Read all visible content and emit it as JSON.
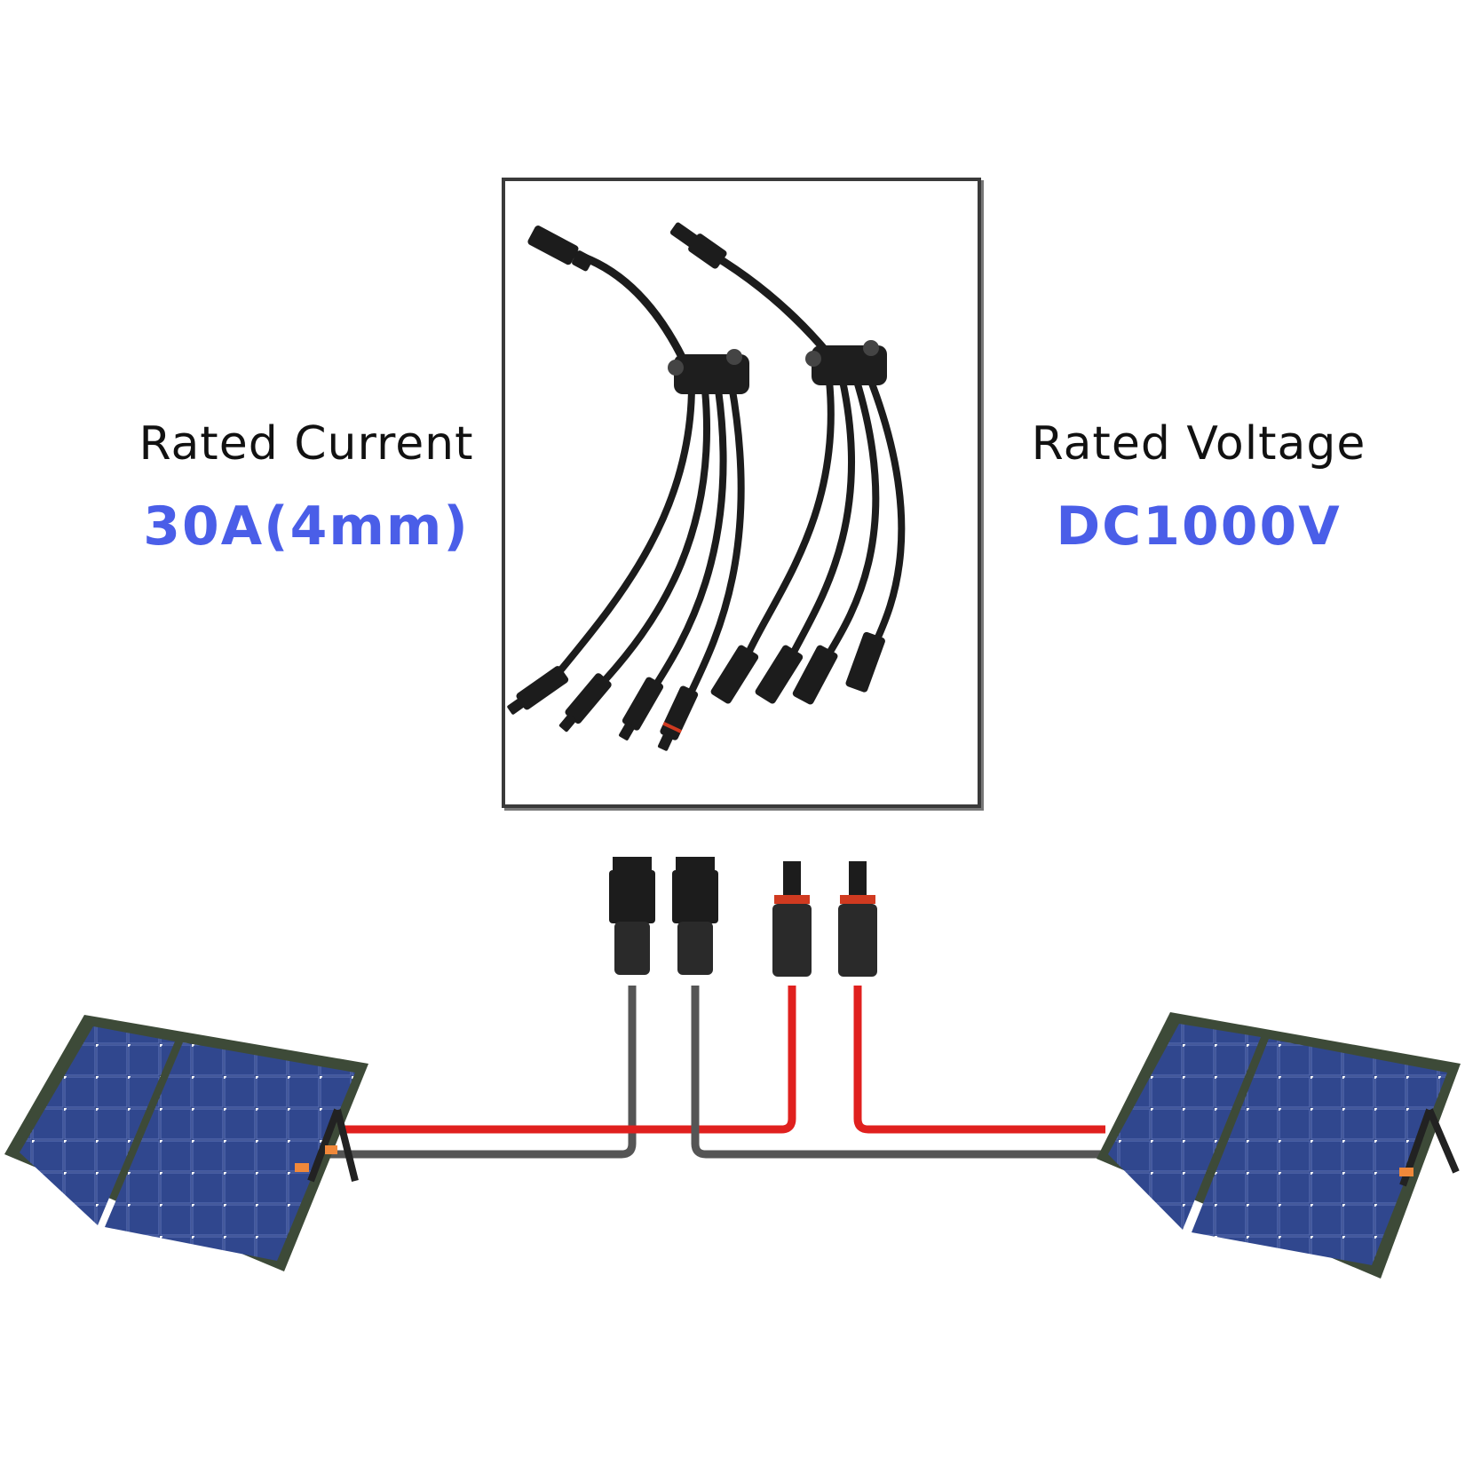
{
  "specs": {
    "current": {
      "label": "Rated Current",
      "value": "30A(4mm)"
    },
    "voltage": {
      "label": "Rated Voltage",
      "value": "DC1000V"
    }
  },
  "colors": {
    "accent": "#4a5ee8",
    "positive_wire": "#e0201e",
    "negative_wire": "#555555",
    "connector": "#1c1c1c",
    "panel_cell": "#2a3f7e",
    "panel_frame": "#3d4a38",
    "stand_accent": "#f0883a"
  },
  "icons": {
    "branch_cable_negative": "y-branch-connector-cable-icon",
    "branch_cable_positive": "y-branch-connector-cable-icon",
    "mc4_male": "mc4-male-connector-icon",
    "mc4_female": "mc4-female-connector-icon",
    "solar_panel": "foldable-solar-panel-icon"
  }
}
